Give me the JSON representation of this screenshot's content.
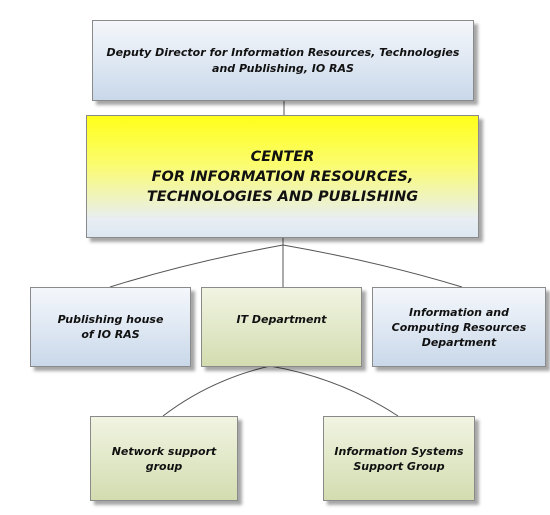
{
  "diagram": {
    "deputy": {
      "lines": [
        "Deputy Director for Information Resources, Technologies",
        "and Publishing, IO RAS"
      ]
    },
    "center": {
      "lines": [
        "CENTER",
        "FOR INFORMATION RESOURCES,",
        "TECHNOLOGIES AND PUBLISHING"
      ]
    },
    "publishing": {
      "lines": [
        "Publishing house",
        "of IO RAS"
      ]
    },
    "it_department": {
      "lines": [
        "IT Department"
      ]
    },
    "icr_department": {
      "lines": [
        "Information and",
        "Computing Resources",
        "Department"
      ]
    },
    "network_group": {
      "lines": [
        "Network support group"
      ]
    },
    "is_support_group": {
      "lines": [
        "Information Systems",
        "Support Group"
      ]
    }
  }
}
